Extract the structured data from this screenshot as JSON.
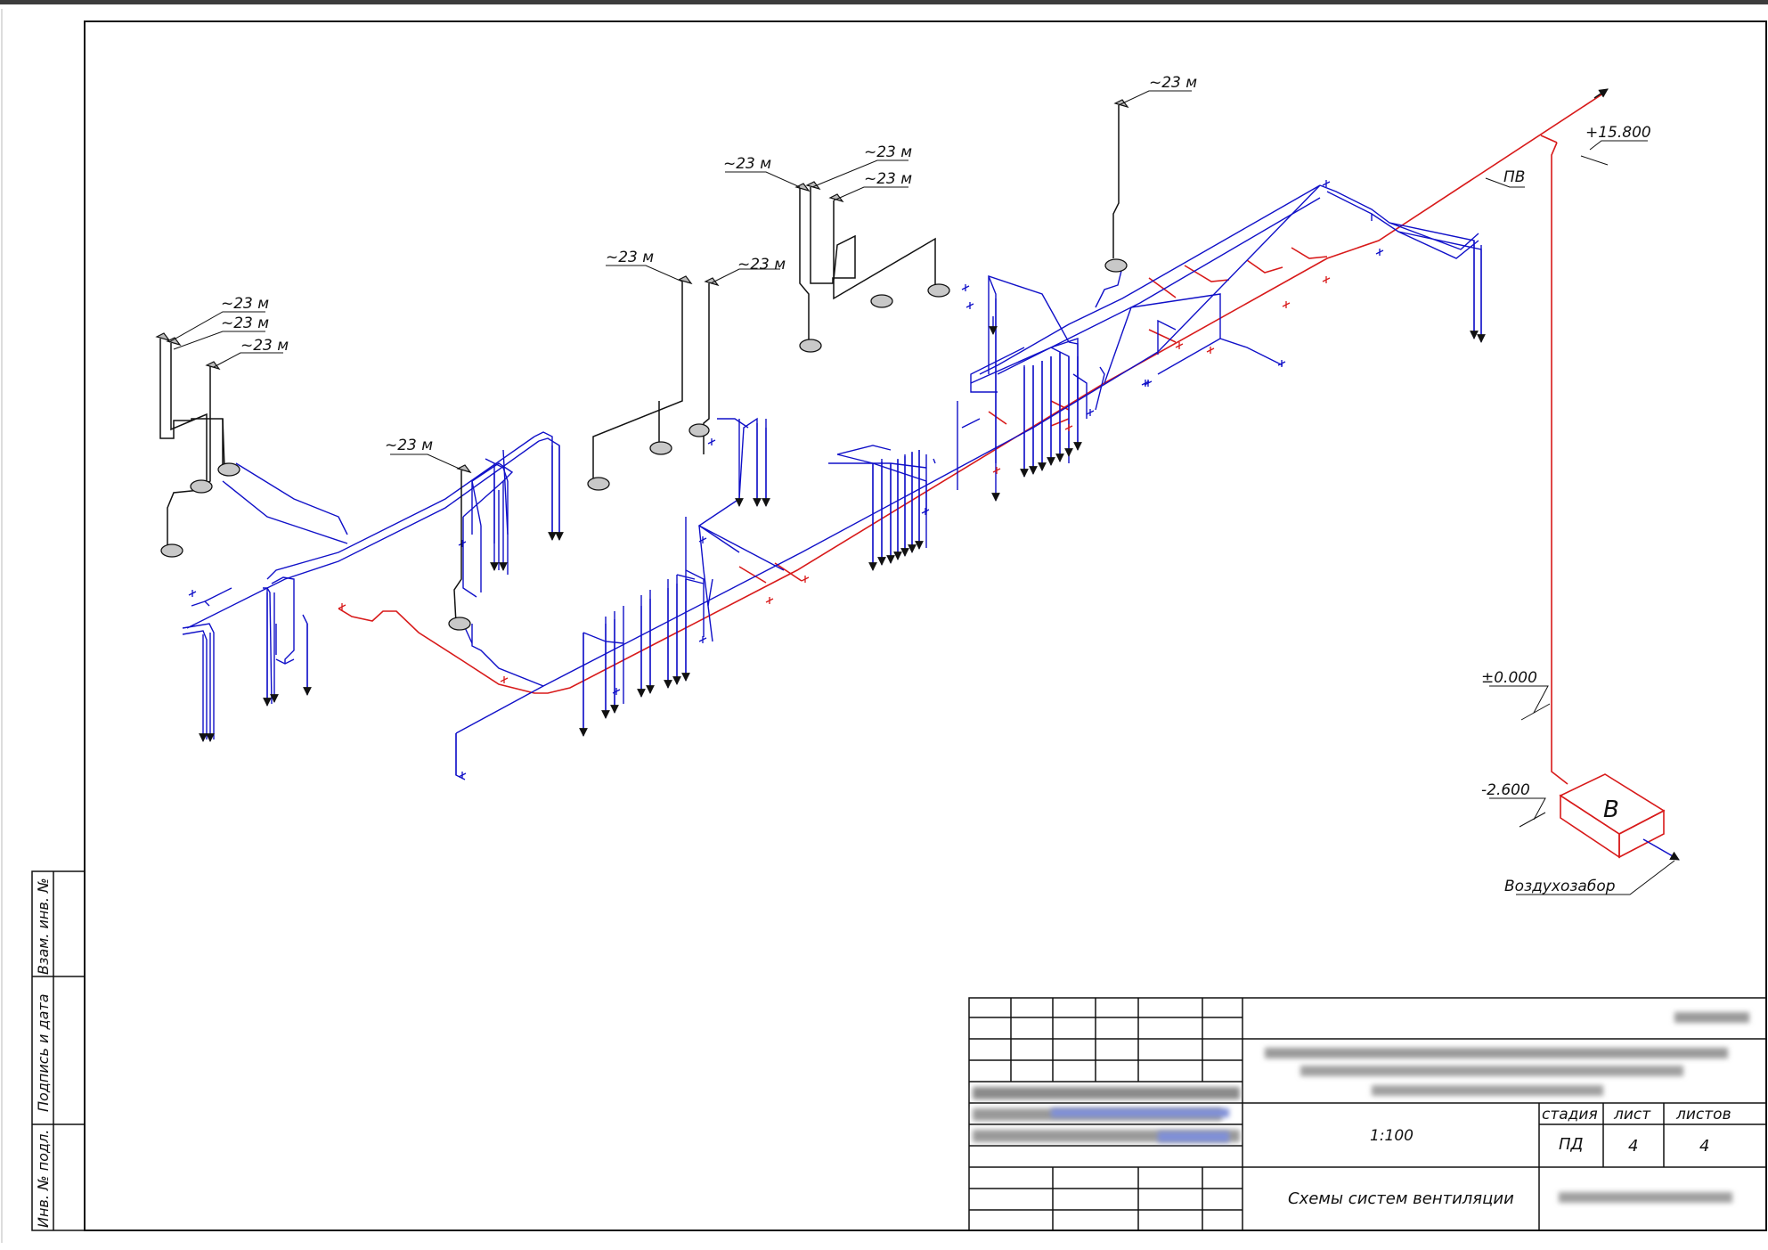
{
  "colors": {
    "supply_duct": "#1010c8",
    "main_duct": "#d81a1a",
    "exhaust_duct": "#111111",
    "ink": "#111111",
    "fan_fill": "#c8c8c8"
  },
  "diagram": {
    "system_label": "ПВ",
    "unit_label": "В",
    "air_intake_label": "Воздухозабор",
    "elevation_top": "+15.800",
    "elevation_zero": "±0.000",
    "elevation_bottom": "-2.600",
    "riser_label": "~23 м"
  },
  "side_stamp": {
    "inv_no_label": "Взам. инв. №",
    "sign_date_label": "Подпись и дата",
    "orig_no_label": "Инв. № подл."
  },
  "title_block": {
    "scale": "1:100",
    "stage_header": "стадия",
    "sheet_header": "лист",
    "sheets_header": "листов",
    "stage": "ПД",
    "sheet": "4",
    "sheets": "4",
    "drawing_title": "Схемы систем вентиляции"
  }
}
